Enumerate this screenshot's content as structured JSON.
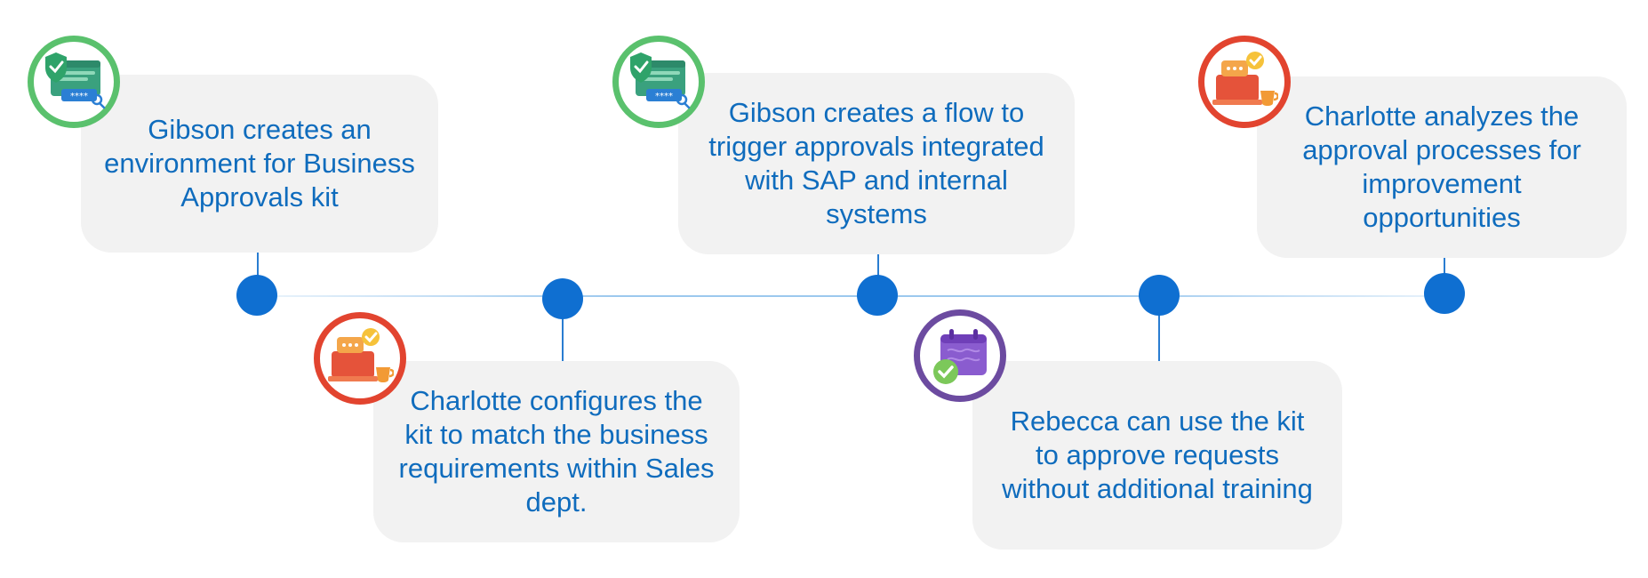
{
  "colors": {
    "accent": "#0f6cbd",
    "card_background": "#f2f2f2",
    "timeline_dot": "#0f6fd1",
    "badge_green": "#5ac16d",
    "badge_red": "#e2442f",
    "badge_purple": "#6c4ba0"
  },
  "steps": [
    {
      "text": "Gibson creates an environment for Business Approvals kit",
      "icon": "security-credentials-icon",
      "badge_color": "green"
    },
    {
      "text": "Charlotte configures the kit to match the business requirements within Sales dept.",
      "icon": "chat-laptop-icon",
      "badge_color": "red"
    },
    {
      "text": "Gibson creates a flow to trigger approvals integrated with SAP and internal systems",
      "icon": "security-credentials-icon",
      "badge_color": "green"
    },
    {
      "text": "Rebecca can use the kit to approve requests without additional training",
      "icon": "calendar-check-icon",
      "badge_color": "purple"
    },
    {
      "text": "Charlotte analyzes the approval processes for improvement opportunities",
      "icon": "chat-laptop-icon",
      "badge_color": "red"
    }
  ]
}
